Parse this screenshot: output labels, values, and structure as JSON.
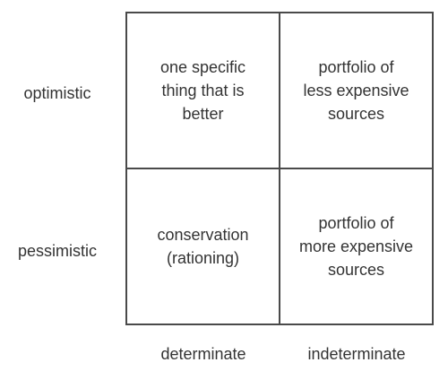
{
  "rows": {
    "top": "optimistic",
    "bottom": "pessimistic"
  },
  "columns": {
    "left": "determinate",
    "right": "indeterminate"
  },
  "cells": {
    "top_left": "one specific\nthing that is\nbetter",
    "top_right": "portfolio of\nless expensive\nsources",
    "bottom_left": "conservation\n(rationing)",
    "bottom_right": "portfolio of\nmore expensive\nsources"
  },
  "colors": {
    "text": "#333333",
    "lines": "#4a4a4a",
    "background": "#ffffff"
  }
}
